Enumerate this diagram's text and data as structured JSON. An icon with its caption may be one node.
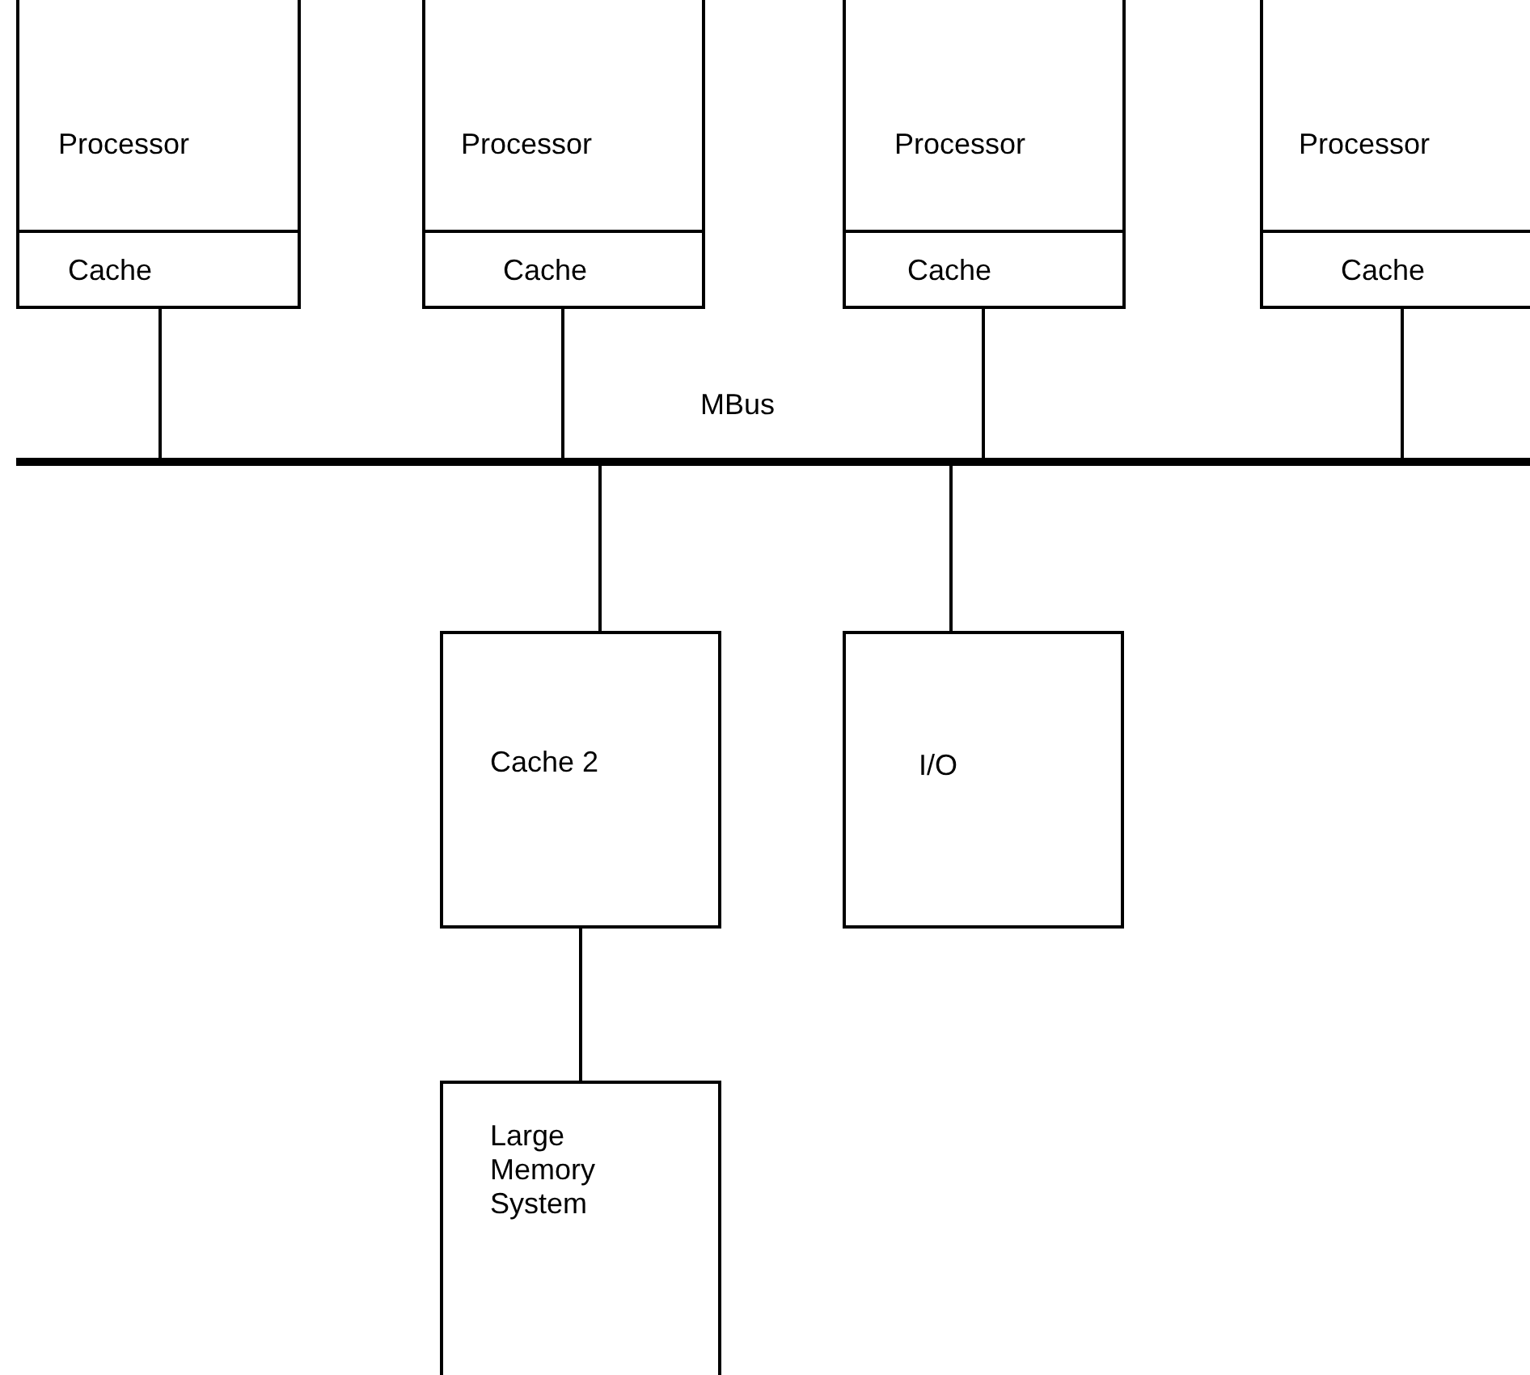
{
  "diagram": {
    "nodes": [
      {
        "text": [
          "Processor"
        ]
      },
      {
        "text": [
          "Cache"
        ],
        "in": 0
      },
      {
        "text": [
          "Processor"
        ]
      },
      {
        "text": [
          "Cache"
        ],
        "in": 2
      },
      {
        "text": [
          "Processor"
        ]
      },
      {
        "text": [
          "Cache"
        ],
        "in": 4
      },
      {
        "text": [
          "Processor"
        ]
      },
      {
        "text": [
          "Cache"
        ],
        "in": 6
      },
      {
        "text": [],
        "shape": "bar",
        "beside": [
          "MBus"
        ]
      },
      {
        "text": [
          "Cache 2"
        ]
      },
      {
        "text": [
          "I/O"
        ]
      },
      {
        "text": [
          "Large Memory System"
        ]
      }
    ],
    "edges": [
      {
        "from": 1,
        "to": 8,
        "arrow": "none"
      },
      {
        "from": 3,
        "to": 8,
        "arrow": "none"
      },
      {
        "from": 5,
        "to": 8,
        "arrow": "none"
      },
      {
        "from": 7,
        "to": 8,
        "arrow": "none"
      },
      {
        "from": 8,
        "to": 9,
        "arrow": "none"
      },
      {
        "from": 8,
        "to": 10,
        "arrow": "none"
      },
      {
        "from": 9,
        "to": 11,
        "arrow": "none"
      }
    ]
  }
}
